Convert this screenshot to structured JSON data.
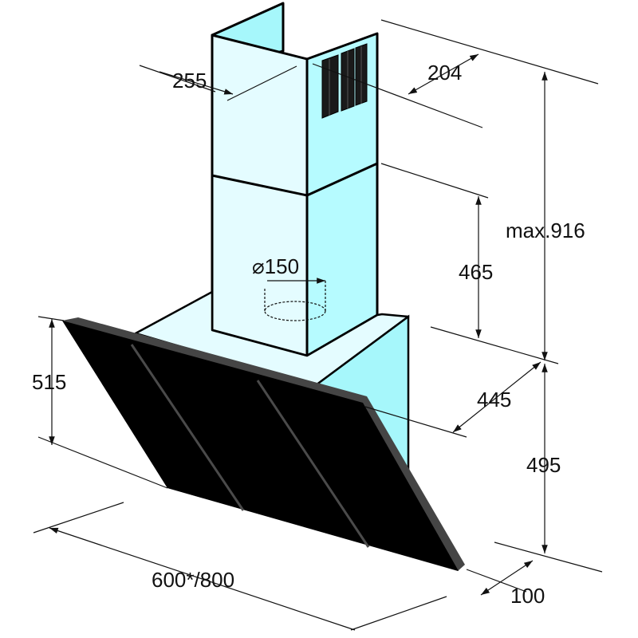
{
  "diagram": {
    "colors": {
      "panel_light": "#e6fdff",
      "panel_mid": "#b8fbff",
      "panel_dark": "#9ff6fb",
      "glass": "#000000",
      "glass_edge": "#454545",
      "line": "#111111"
    },
    "dimensions": {
      "chimney_depth": "255",
      "chimney_width": "204",
      "max_height": "max.916",
      "chimney_lower": "465",
      "duct_diameter": "⌀150",
      "glass_height": "515",
      "body_depth": "445",
      "body_height": "495",
      "width": "600*/800",
      "panel_projection": "100"
    }
  }
}
